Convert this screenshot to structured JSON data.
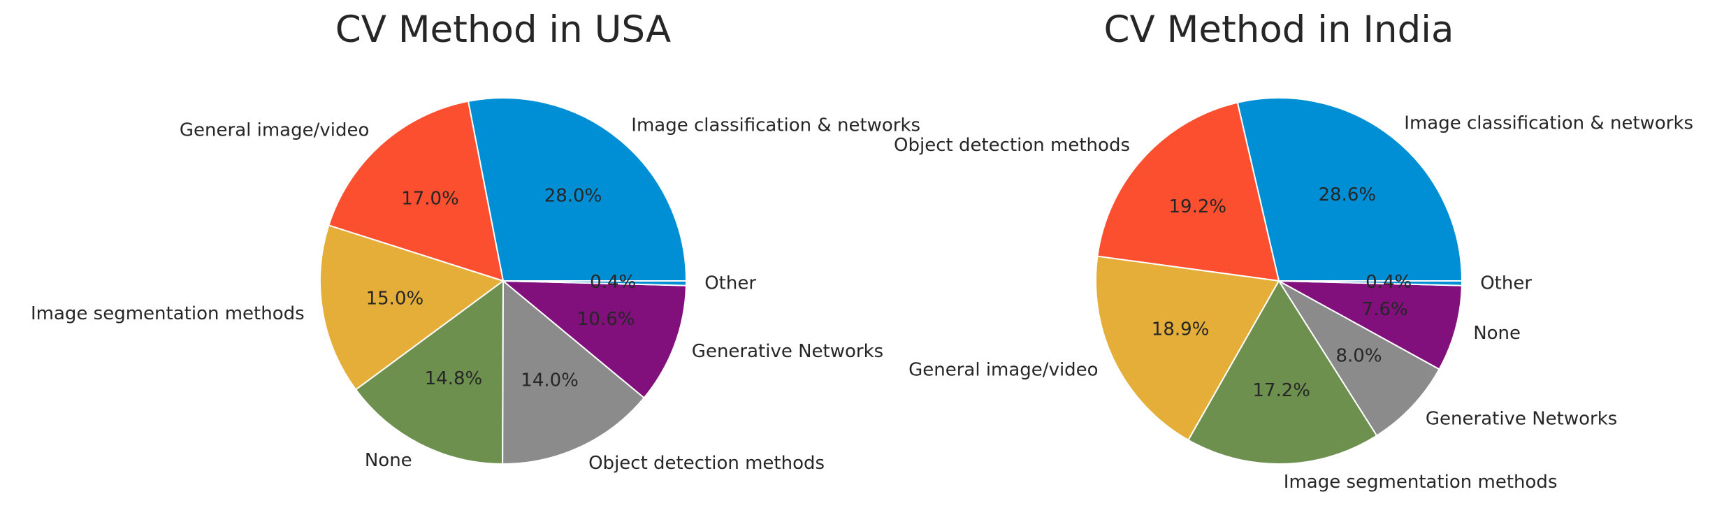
{
  "chart_data": [
    {
      "type": "pie",
      "title": "CV Method in USA",
      "slices": [
        {
          "label": "Image classification & networks",
          "value": 28.0,
          "pct_label": "28.0%",
          "color": "#008fd5"
        },
        {
          "label": "General image/video",
          "value": 17.0,
          "pct_label": "17.0%",
          "color": "#fc4f30"
        },
        {
          "label": "Image segmentation methods",
          "value": 15.0,
          "pct_label": "15.0%",
          "color": "#e5ae38"
        },
        {
          "label": "None",
          "value": 14.8,
          "pct_label": "14.8%",
          "color": "#6d904f"
        },
        {
          "label": "Object detection methods",
          "value": 14.0,
          "pct_label": "14.0%",
          "color": "#8b8b8b"
        },
        {
          "label": "Generative Networks",
          "value": 10.6,
          "pct_label": "10.6%",
          "color": "#810f7c"
        },
        {
          "label": "Other",
          "value": 0.4,
          "pct_label": "0.4%",
          "color": "#008fd5"
        }
      ],
      "start_angle_deg": 0,
      "direction": "counterclockwise"
    },
    {
      "type": "pie",
      "title": "CV Method in India",
      "slices": [
        {
          "label": "Image classification & networks",
          "value": 28.6,
          "pct_label": "28.6%",
          "color": "#008fd5"
        },
        {
          "label": "Object detection methods",
          "value": 19.2,
          "pct_label": "19.2%",
          "color": "#fc4f30"
        },
        {
          "label": "General image/video",
          "value": 18.9,
          "pct_label": "18.9%",
          "color": "#e5ae38"
        },
        {
          "label": "Image segmentation methods",
          "value": 17.2,
          "pct_label": "17.2%",
          "color": "#6d904f"
        },
        {
          "label": "Generative Networks",
          "value": 8.0,
          "pct_label": "8.0%",
          "color": "#8b8b8b"
        },
        {
          "label": "None",
          "value": 7.6,
          "pct_label": "7.6%",
          "color": "#810f7c"
        },
        {
          "label": "Other",
          "value": 0.4,
          "pct_label": "0.4%",
          "color": "#008fd5"
        }
      ],
      "start_angle_deg": 0,
      "direction": "counterclockwise"
    }
  ]
}
